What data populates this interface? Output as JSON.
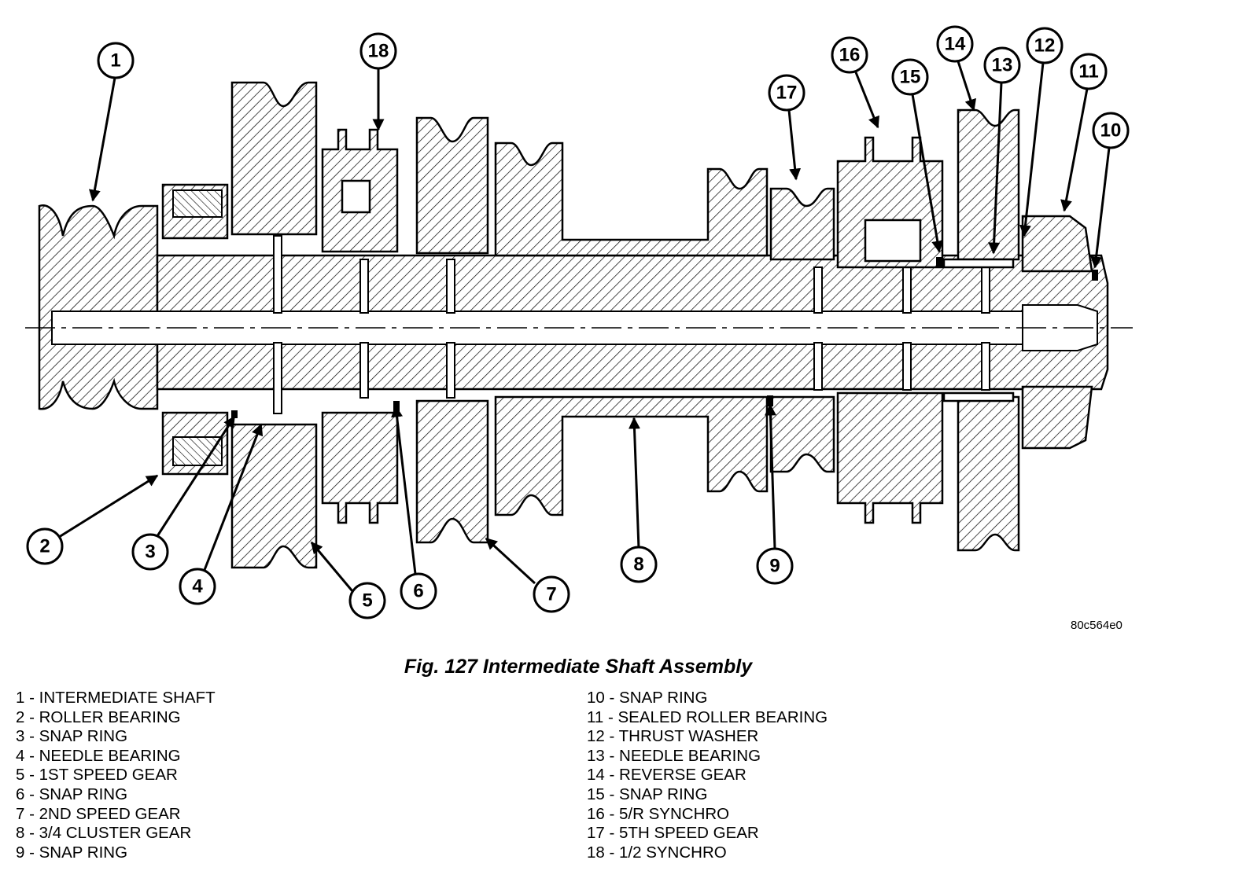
{
  "figure": {
    "code": "80c564e0",
    "caption": "Fig. 127 Intermediate Shaft Assembly"
  },
  "callouts": [
    "1",
    "2",
    "3",
    "4",
    "5",
    "6",
    "7",
    "8",
    "9",
    "10",
    "11",
    "12",
    "13",
    "14",
    "15",
    "16",
    "17",
    "18"
  ],
  "legend": {
    "left": [
      "1 - INTERMEDIATE SHAFT",
      "2 - ROLLER BEARING",
      "3 - SNAP RING",
      "4 - NEEDLE BEARING",
      "5 - 1ST SPEED GEAR",
      "6 - SNAP RING",
      "7 - 2ND SPEED GEAR",
      "8 - 3/4 CLUSTER GEAR",
      "9 - SNAP RING"
    ],
    "right": [
      "10 - SNAP RING",
      "11 - SEALED ROLLER BEARING",
      "12 - THRUST WASHER",
      "13 - NEEDLE BEARING",
      "14 - REVERSE GEAR",
      "15 - SNAP RING",
      "16 - 5/R SYNCHRO",
      "17 - 5TH SPEED GEAR",
      "18 - 1/2 SYNCHRO"
    ]
  }
}
